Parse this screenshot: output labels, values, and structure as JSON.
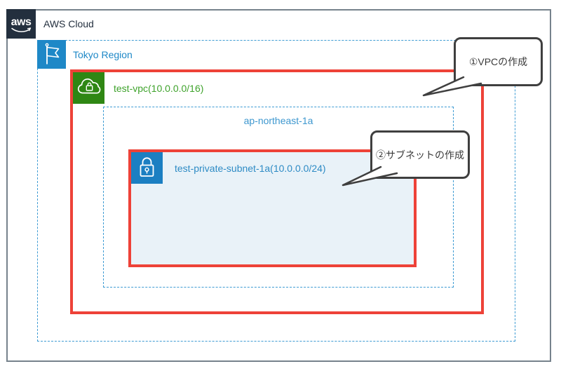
{
  "colors": {
    "navy": "#232F3E",
    "outer_border_gray": "#76828C",
    "region_blue": "#1E88C7",
    "dashed_border_blue": "#3D9BD3",
    "vpc_icon_green": "#2F8714",
    "vpc_text_green": "#3FA32C",
    "red_border": "#EE4238",
    "subnet_icon_blue": "#1B7FC2",
    "subnet_fill_blue": "#E9F2F8",
    "subnet_text_blue": "#2E8BC5",
    "callout_border": "#3F3F3F"
  },
  "aws_cloud": {
    "logo_text": "aws",
    "label": "AWS Cloud"
  },
  "region": {
    "label": "Tokyo Region"
  },
  "vpc": {
    "label": "test-vpc(10.0.0.0/16)"
  },
  "availability_zone": {
    "label": "ap-northeast-1a"
  },
  "subnet": {
    "label": "test-private-subnet-1a(10.0.0.0/24)"
  },
  "callouts": [
    {
      "label": "①VPCの作成"
    },
    {
      "label": "②サブネットの作成"
    }
  ]
}
